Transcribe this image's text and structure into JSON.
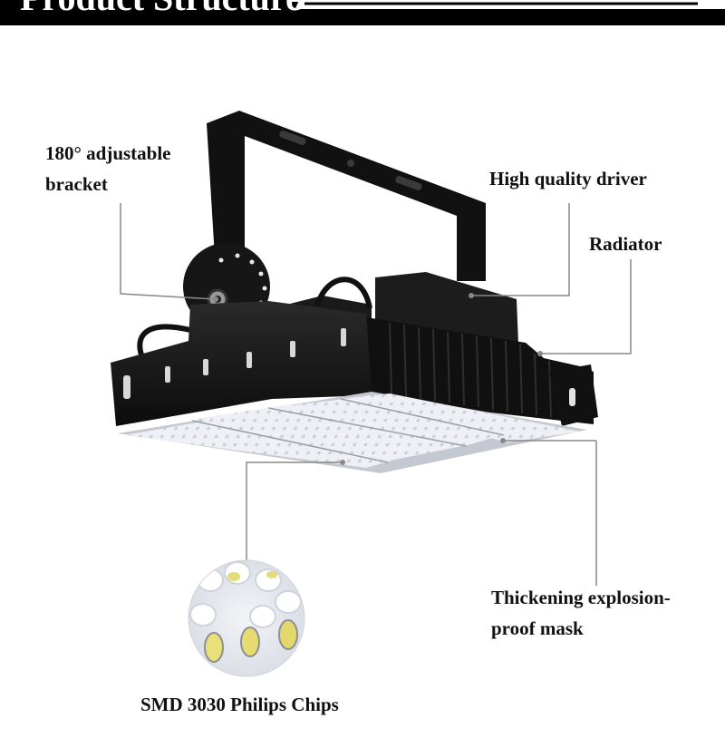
{
  "header": {
    "title": "Product Structure"
  },
  "callouts": {
    "bracket": {
      "line1": "180° adjustable",
      "line2": "bracket"
    },
    "driver": "High quality driver",
    "radiator": "Radiator",
    "mask": {
      "line1": "Thickening explosion-",
      "line2": "proof mask"
    },
    "chips": "SMD 3030 Philips Chips"
  },
  "colors": {
    "header_bar": "#000000",
    "product_body": "#151515",
    "leader_line": "#888888",
    "lens": "#e6e9ef"
  }
}
